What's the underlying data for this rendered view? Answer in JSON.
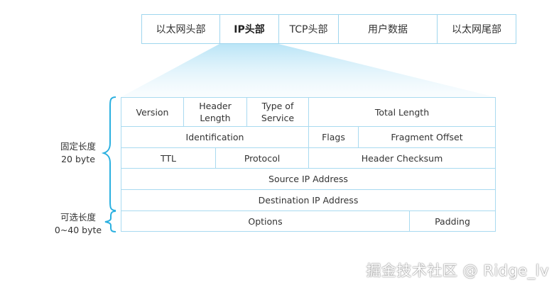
{
  "frame": {
    "segments": [
      "以太网头部",
      "IP头部",
      "TCP头部",
      "用户数据",
      "以太网尾部"
    ],
    "highlight_index": 1
  },
  "header_rows": {
    "version": "Version",
    "header_length": "Header\nLength",
    "type_of_service": "Type of\nService",
    "total_length": "Total Length",
    "identification": "Identification",
    "flags": "Flags",
    "fragment_offset": "Fragment Offset",
    "ttl": "TTL",
    "protocol": "Protocol",
    "header_checksum": "Header Checksum",
    "source_ip": "Source IP Address",
    "destination_ip": "Destination IP Address",
    "options": "Options",
    "padding": "Padding"
  },
  "labels": {
    "fixed_length": "固定长度",
    "fixed_size": "20 byte",
    "optional_length": "可选长度",
    "optional_size": "0~40 byte"
  },
  "watermark": "掘金技术社区 @ Ridge_lv",
  "colors": {
    "border": "#a9daf0",
    "brace": "#2bb0e0",
    "highlight_fan": "#c7e9f8"
  }
}
